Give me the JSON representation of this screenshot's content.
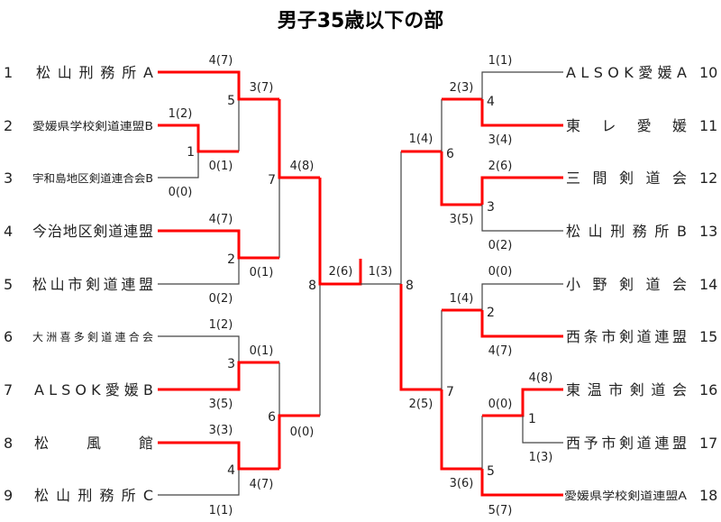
{
  "title": "男子35歳以下の部",
  "colors": {
    "winner_line": "#ff0000",
    "line": "#444444"
  },
  "left_teams": [
    {
      "seed": "1",
      "name": "松山刑務所A"
    },
    {
      "seed": "2",
      "name": "愛媛県学校剣道連盟B"
    },
    {
      "seed": "3",
      "name": "宇和島地区剣道連合会B"
    },
    {
      "seed": "4",
      "name": "今治地区剣道連盟"
    },
    {
      "seed": "5",
      "name": "松山市剣道連盟"
    },
    {
      "seed": "6",
      "name": "大洲喜多剣道連合会"
    },
    {
      "seed": "7",
      "name": "ALSOK愛媛B"
    },
    {
      "seed": "8",
      "name": "松風館"
    },
    {
      "seed": "9",
      "name": "松山刑務所C"
    }
  ],
  "right_teams": [
    {
      "seed": "10",
      "name": "ALSOK愛媛A"
    },
    {
      "seed": "11",
      "name": "東レ愛媛"
    },
    {
      "seed": "12",
      "name": "三間剣道会"
    },
    {
      "seed": "13",
      "name": "松山刑務所B"
    },
    {
      "seed": "14",
      "name": "小野剣道会"
    },
    {
      "seed": "15",
      "name": "西条市剣道連盟"
    },
    {
      "seed": "16",
      "name": "東温市剣道会"
    },
    {
      "seed": "17",
      "name": "西予市剣道連盟"
    },
    {
      "seed": "18",
      "name": "愛媛県学校剣道連盟A"
    }
  ],
  "left_matches": {
    "m1": {
      "no": "1",
      "top": "1(2)",
      "bottom": "0(0)"
    },
    "m5": {
      "no": "5",
      "top": "4(7)",
      "bottom": "0(1)"
    },
    "m2": {
      "no": "2",
      "top": "4(7)",
      "bottom": "0(2)"
    },
    "m7": {
      "no": "7",
      "top": "3(7)",
      "bottom": "0(1)"
    },
    "m3": {
      "no": "3",
      "top": "1(2)",
      "bottom": "3(5)"
    },
    "m4": {
      "no": "4",
      "top": "3(3)",
      "bottom": "1(1)"
    },
    "m6": {
      "no": "6",
      "top": "0(1)",
      "bottom": "4(7)"
    },
    "m8": {
      "no": "8",
      "top": "4(8)",
      "bottom": "0(0)"
    }
  },
  "right_matches": {
    "m4": {
      "no": "4",
      "top": "1(1)",
      "bottom": "3(4)"
    },
    "m3": {
      "no": "3",
      "top": "2(6)",
      "bottom": "0(2)"
    },
    "m6": {
      "no": "6",
      "top": "2(3)",
      "bottom": "3(5)"
    },
    "m2": {
      "no": "2",
      "top": "0(0)",
      "bottom": "4(7)"
    },
    "m1": {
      "no": "1",
      "top": "4(8)",
      "bottom": "1(3)"
    },
    "m5": {
      "no": "5",
      "top": "0(0)",
      "bottom": "5(7)"
    },
    "m7": {
      "no": "7",
      "top": "1(4)",
      "bottom": "3(6)"
    },
    "m8": {
      "no": "8",
      "top": "1(4)",
      "bottom": "2(5)"
    }
  },
  "final": {
    "left_score": "2(6)",
    "right_score": "1(3)"
  }
}
